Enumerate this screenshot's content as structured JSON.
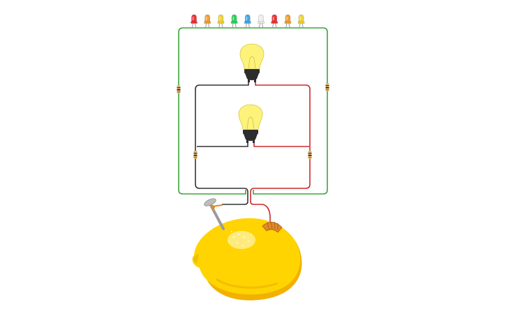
{
  "diagram": {
    "leds": [
      {
        "color": "#e8353b",
        "icon": "led-icon"
      },
      {
        "color": "#f0a032",
        "icon": "led-icon"
      },
      {
        "color": "#f1d43a",
        "icon": "led-icon"
      },
      {
        "color": "#2fd35a",
        "icon": "led-icon"
      },
      {
        "color": "#3fa9e6",
        "icon": "led-icon"
      },
      {
        "color": "#eeeeee",
        "icon": "led-icon"
      },
      {
        "color": "#e8353b",
        "icon": "led-icon"
      },
      {
        "color": "#f0a032",
        "icon": "led-icon"
      },
      {
        "color": "#f1d43a",
        "icon": "led-icon"
      }
    ],
    "bulbs": [
      {
        "icon": "light-bulb-icon",
        "glass_color": "#fdf27a",
        "base_color": "#2d2d2d"
      },
      {
        "icon": "light-bulb-icon",
        "glass_color": "#fdf27a",
        "base_color": "#2d2d2d"
      }
    ],
    "resistors": 4,
    "wire_colors": {
      "led_loop": "#3aa53a",
      "negative": "#333333",
      "positive": "#cc2a2a"
    },
    "lemon": {
      "icon": "lemon-battery-icon",
      "color": "#ffd400",
      "shadow_color": "#f2b100"
    },
    "electrodes": [
      {
        "icon": "nail-electrode-icon",
        "material": "zinc",
        "color": "#9b9b9b"
      },
      {
        "icon": "copper-electrode-icon",
        "material": "copper",
        "color": "#e08a2a"
      }
    ]
  }
}
